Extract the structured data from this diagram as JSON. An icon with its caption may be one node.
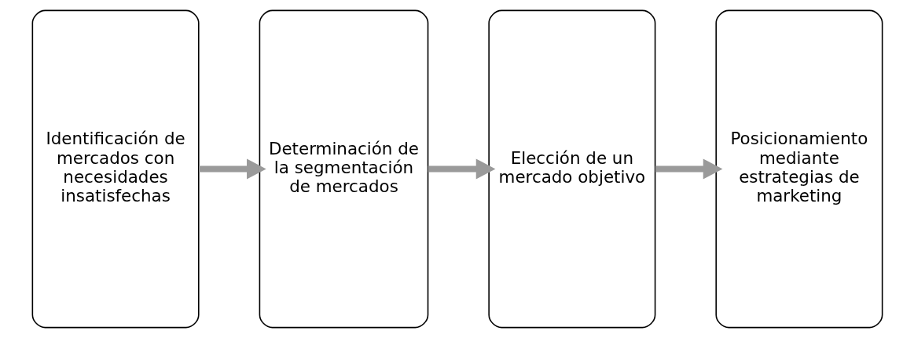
{
  "diagram": {
    "nodes": [
      {
        "text": [
          "Identificación de mercados con necesidades insatisfechas"
        ]
      },
      {
        "text": [
          "Determinación de la segmentación de mercados"
        ]
      },
      {
        "text": [
          "Elección de un mercado objetivo"
        ]
      },
      {
        "text": [
          "Posicionamiento mediante estrategias de marketing"
        ]
      }
    ],
    "edges": [
      {
        "from": 0,
        "to": 1,
        "arrow": "to"
      },
      {
        "from": 1,
        "to": 2,
        "arrow": "to"
      },
      {
        "from": 2,
        "to": 3,
        "arrow": "to"
      }
    ]
  }
}
